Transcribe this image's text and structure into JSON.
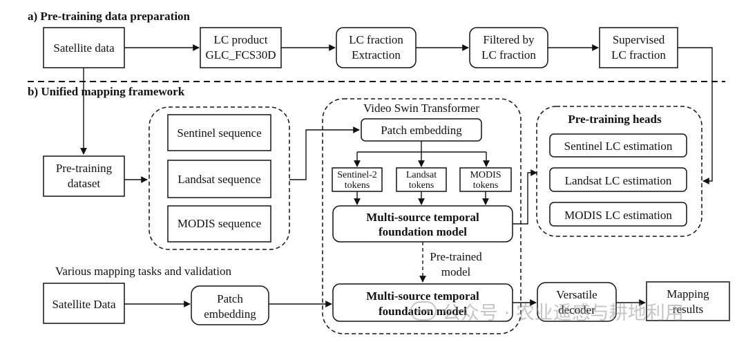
{
  "sections": {
    "a": "a)   Pre-training data preparation",
    "b": "b) Unified  mapping framework",
    "c": "Various mapping tasks and validation"
  },
  "prep": {
    "satellite": "Satellite  data",
    "lc_product_1": "LC product",
    "lc_product_2": "GLC_FCS30D",
    "extract_1": "LC fraction",
    "extract_2": "Extraction",
    "filtered_1": "Filtered by",
    "filtered_2": "LC fraction",
    "supervised_1": "Supervised",
    "supervised_2": "LC fraction"
  },
  "framework": {
    "pretrain_1": "Pre-training",
    "pretrain_2": "dataset",
    "sentinel_seq": "Sentinel sequence",
    "landsat_seq": "Landsat sequence",
    "modis_seq": "MODIS sequence",
    "vst_title": "Video Swin Transformer",
    "patch_embedding": "Patch embedding",
    "s2_1": "Sentinel-2",
    "s2_2": "tokens",
    "ls_1": "Landsat",
    "ls_2": "tokens",
    "md_1": "MODIS",
    "md_2": "tokens",
    "fm_1": "Multi-source temporal",
    "fm_2": "foundation model",
    "pretrained_1": "Pre-trained",
    "pretrained_2": "model",
    "heads_title": "Pre-training heads",
    "sentinel_est": "Sentinel LC estimation",
    "landsat_est": "Landsat LC estimation",
    "modis_est": "MODIS LC estimation"
  },
  "mapping": {
    "satellite": "Satellite  Data",
    "patch_1": "Patch",
    "patch_2": "embedding",
    "fm_1": "Multi-source temporal",
    "fm_2": "foundation model",
    "decoder_1": "Versatile",
    "decoder_2": "decoder",
    "results_1": "Mapping",
    "results_2": "results"
  },
  "watermark": {
    "text": "公众号 · 农业遥感与耕地利用",
    "icon": "wechat-icon"
  }
}
